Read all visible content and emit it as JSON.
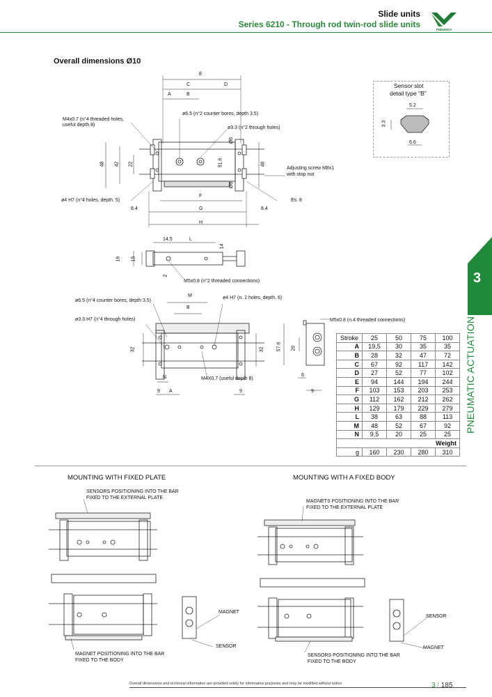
{
  "header": {
    "title": "Slide units",
    "subtitle": "Series 6210 - Through rod twin-rod slide units",
    "logo_text": "PNEUMAX"
  },
  "section_title": "Overall dimensions Ø10",
  "drawing_top": {
    "dim_letters": [
      "E",
      "C",
      "D",
      "A",
      "B",
      "F",
      "G",
      "H"
    ],
    "dims_side": [
      "48",
      "42",
      "22",
      "51.6",
      "48",
      "Ø6",
      "Ø6"
    ],
    "dim_84_left": "8.4",
    "dim_84_right": "8.4",
    "notes": {
      "m4": "M4x0.7 (n°4 threaded holes,",
      "m4b": "useful depth 8)",
      "cb65": "ø6.5 (n°2 counter bores, depth 3.5)",
      "th33": "ø3.3 (n°2 through holes)",
      "adj": "Adjusting screw M8x1",
      "adjb": "with stop nut",
      "h7": "ø4 H7 (n°4 holes, depth. 5)",
      "es8": "Es. 8"
    }
  },
  "sensor_slot": {
    "title1": "Sensor slot",
    "title2": "detail type \"B\"",
    "d52": "5.2",
    "d33": "3.3",
    "d66": "6.6"
  },
  "drawing_mid": {
    "d145": "14.5",
    "dL": "L",
    "d14": "14",
    "d16": "16",
    "d15": "15",
    "d2": "2",
    "note": "M5x0.8 (n°2 threaded connections)"
  },
  "drawing_low": {
    "dM": "M",
    "dB": "B",
    "d32": "32",
    "d32r": "32",
    "dN": "N",
    "d9a": "9",
    "dA": "A",
    "d9b": "9",
    "d576": "57.6",
    "d20": "20",
    "d6": "6",
    "d9c": "9",
    "notes": {
      "cb": "ø6.5 (n°4 counter bores, depth 3.5)",
      "th": "ø3.3 H7 (n°4 through holes)",
      "h7": "ø4 H7 (n. 2 holes, depth. 6)",
      "m4": "M4X0.7 (useful depth 8)",
      "m5": "M5x0.8 (n.4 threaded connections)"
    }
  },
  "table": {
    "header": [
      "Stroke",
      "25",
      "50",
      "75",
      "100"
    ],
    "rows": [
      {
        "key": "A",
        "vals": [
          "19,5",
          "30",
          "35",
          "35"
        ]
      },
      {
        "key": "B",
        "vals": [
          "28",
          "32",
          "47",
          "72"
        ]
      },
      {
        "key": "C",
        "vals": [
          "67",
          "92",
          "117",
          "142"
        ]
      },
      {
        "key": "D",
        "vals": [
          "27",
          "52",
          "77",
          "102"
        ]
      },
      {
        "key": "E",
        "vals": [
          "94",
          "144",
          "194",
          "244"
        ]
      },
      {
        "key": "F",
        "vals": [
          "103",
          "153",
          "203",
          "253"
        ]
      },
      {
        "key": "G",
        "vals": [
          "112",
          "162",
          "212",
          "262"
        ]
      },
      {
        "key": "H",
        "vals": [
          "129",
          "179",
          "229",
          "279"
        ]
      },
      {
        "key": "L",
        "vals": [
          "38",
          "63",
          "88",
          "113"
        ]
      },
      {
        "key": "M",
        "vals": [
          "48",
          "52",
          "67",
          "92"
        ]
      },
      {
        "key": "N",
        "vals": [
          "9,5",
          "20",
          "25",
          "25"
        ]
      }
    ],
    "weight_label": "Weight",
    "weight_unit": "g",
    "weights": [
      "160",
      "230",
      "280",
      "310"
    ]
  },
  "side_tab": {
    "number": "3",
    "text": "PNEUMATIC ACTUATION",
    "color": "#1f8a3a"
  },
  "mounting": {
    "left_title": "MOUNTING WITH FIXED PLATE",
    "right_title": "MOUNTING WITH A FIXED BODY",
    "left_note_top1": "SENSORS POSITIONING INTO THE BAR",
    "left_note_top2": "FIXED TO THE EXTERNAL PLATE",
    "left_magnet": "MAGNET",
    "left_sensor": "SENSOR",
    "left_note_bot1": "MAGNET POSITIONING INTO THE BAR",
    "left_note_bot2": "FIXED TO THE BODY",
    "right_note_top1": "MAGNETS POSITIONING INTO THE BAR",
    "right_note_top2": "FIXED TO THE EXTERNAL PLATE",
    "right_sensor": "SENSOR",
    "right_magnet": "MAGNET",
    "right_note_bot1": "SENSORS POSITIONING INTO THE BAR",
    "right_note_bot2": "FIXED TO THE BODY"
  },
  "footer": {
    "note": "Overall dimensions and technical information are provided solely for informative purposes and may be modified without notice",
    "chapter": "3",
    "page": "185"
  },
  "colors": {
    "brand_green": "#2a8a3a",
    "tab_green": "#1f8a3a"
  }
}
